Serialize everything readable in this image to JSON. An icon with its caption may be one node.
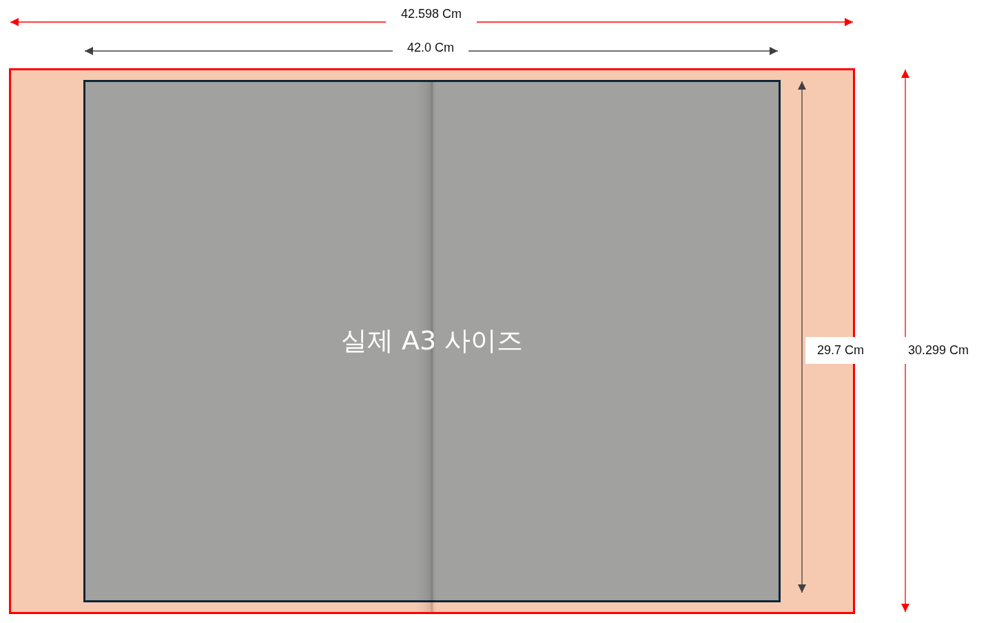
{
  "diagram": {
    "nodes": [
      {
        "text": [],
        "shape": "box"
      },
      {
        "text": [
          "실제 A3 사이즈"
        ],
        "in": 0
      }
    ],
    "labels": [
      "42.598 Cm",
      "42.0 Cm",
      "29.7 Cm",
      "30.299 Cm"
    ]
  }
}
